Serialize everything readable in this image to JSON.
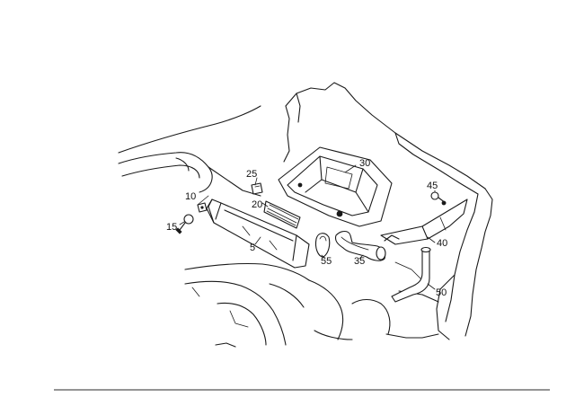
{
  "callouts": {
    "c5": "5",
    "c10": "10",
    "c15": "15",
    "c20": "20",
    "c25": "25",
    "c30": "30",
    "c35": "35",
    "c40": "40",
    "c45": "45",
    "c50": "50",
    "c55": "55"
  },
  "colors": {
    "line": "#1a1a1a",
    "background": "#ffffff",
    "footer_rule": "#555555"
  }
}
